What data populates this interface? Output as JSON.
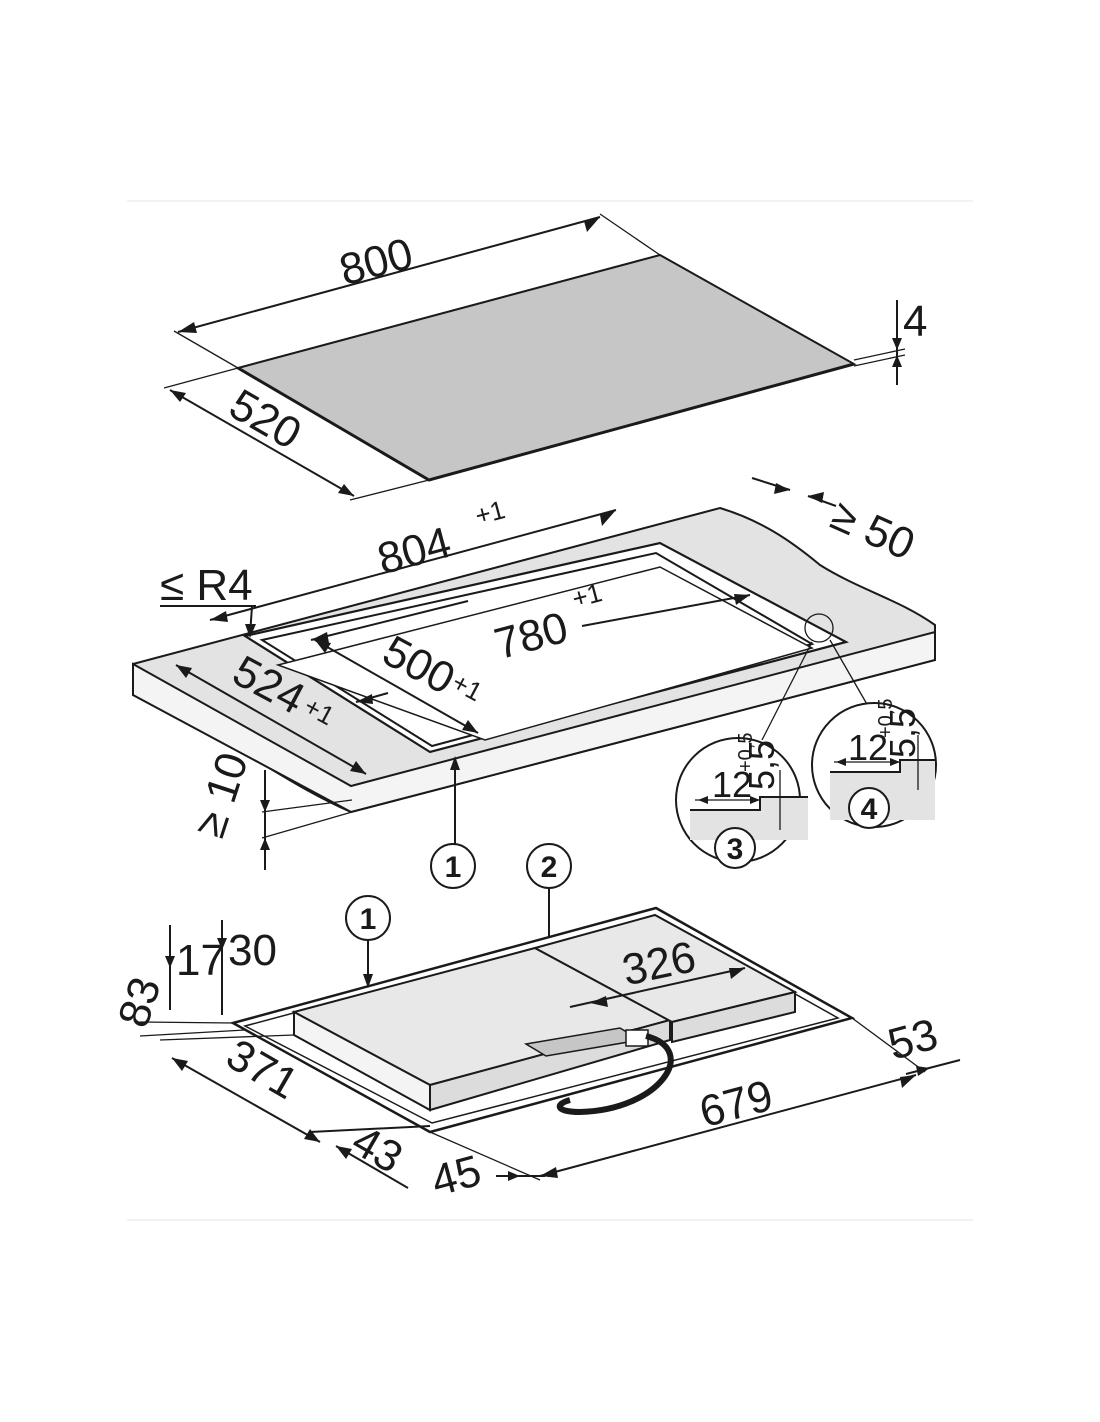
{
  "glass_top": {
    "width": "800",
    "depth": "520",
    "thickness": "4",
    "color": "#c6c6c6"
  },
  "cutout": {
    "outer_width": "804",
    "outer_width_tol": "+1",
    "inner_width": "780",
    "inner_width_tol": "+1",
    "outer_depth": "524",
    "outer_depth_tol": "+1",
    "inner_depth": "500",
    "inner_depth_tol": "+1",
    "corner_radius": "≤ R4",
    "rear_clearance": "≥ 50",
    "worktop_thickness": "≥ 10",
    "worktop_color": "#e3e3e3"
  },
  "details": {
    "detail_3": {
      "number": "3",
      "depth": "12",
      "height": "5,5",
      "height_tol": "+0,5"
    },
    "detail_4": {
      "number": "4",
      "depth": "12",
      "height": "5,5",
      "height_tol": "+0,5"
    }
  },
  "callouts": {
    "c1": "1",
    "c2": "2"
  },
  "housing": {
    "d17": "17",
    "d30": "30",
    "d83": "83",
    "d371": "371",
    "d43": "43",
    "d45": "45",
    "d679": "679",
    "d326": "326",
    "d53": "53",
    "color": "#e8e8e8"
  }
}
